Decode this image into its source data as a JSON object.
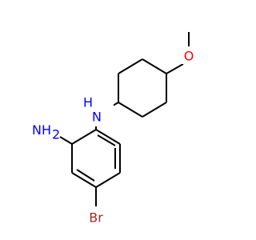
{
  "molecule": {
    "atoms": {
      "nh_linker": "N",
      "h_on_linker": "H",
      "amine": "NH",
      "amine_subscript": "2",
      "oxygen": "O",
      "bromine": "Br"
    },
    "colors": {
      "bond": "#000000",
      "nitrogen": "#0000ff",
      "oxygen": "#ff0000",
      "bromine": "#a52a2a",
      "background": "#ffffff"
    }
  }
}
